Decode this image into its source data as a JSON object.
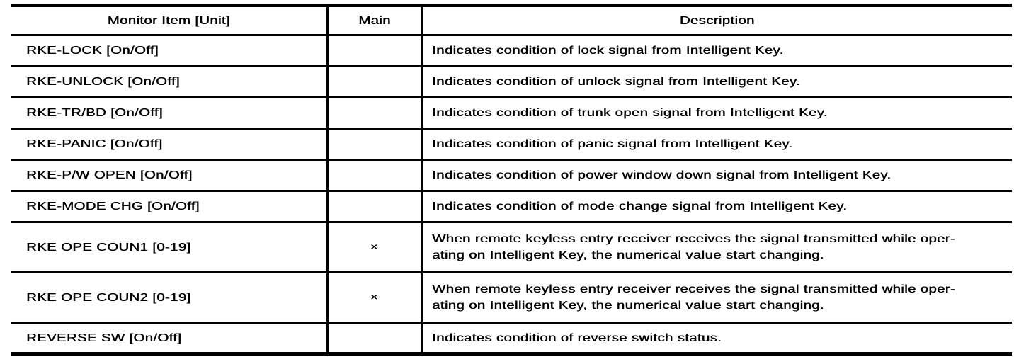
{
  "colors": {
    "border": "#000000",
    "text": "#000000",
    "background": "#ffffff"
  },
  "table": {
    "columns": [
      {
        "label": "Monitor Item [Unit]"
      },
      {
        "label": "Main"
      },
      {
        "label": "Description"
      }
    ],
    "rows": [
      {
        "item": "RKE-LOCK [On/Off]",
        "main": "",
        "description": "Indicates condition of lock signal from Intelligent Key."
      },
      {
        "item": "RKE-UNLOCK [On/Off]",
        "main": "",
        "description": "Indicates condition of unlock signal from Intelligent Key."
      },
      {
        "item": "RKE-TR/BD [On/Off]",
        "main": "",
        "description": "Indicates condition of trunk open signal from Intelligent Key."
      },
      {
        "item": "RKE-PANIC [On/Off]",
        "main": "",
        "description": "Indicates condition of panic signal from Intelligent Key."
      },
      {
        "item": "RKE-P/W OPEN [On/Off]",
        "main": "",
        "description": "Indicates condition of power window down signal from Intelligent Key."
      },
      {
        "item": "RKE-MODE CHG [On/Off]",
        "main": "",
        "description": "Indicates condition of mode change signal from Intelligent Key."
      },
      {
        "item": "RKE OPE COUN1 [0-19]",
        "main": "×",
        "description": "When remote keyless entry receiver receives the signal transmitted while oper-\nating on Intelligent Key, the numerical value start changing."
      },
      {
        "item": "RKE OPE COUN2 [0-19]",
        "main": "×",
        "description": "When remote keyless entry receiver receives the signal transmitted while oper-\nating on Intelligent Key, the numerical value start changing."
      },
      {
        "item": "REVERSE SW [On/Off]",
        "main": "",
        "description": "Indicates condition of reverse switch status."
      }
    ]
  }
}
